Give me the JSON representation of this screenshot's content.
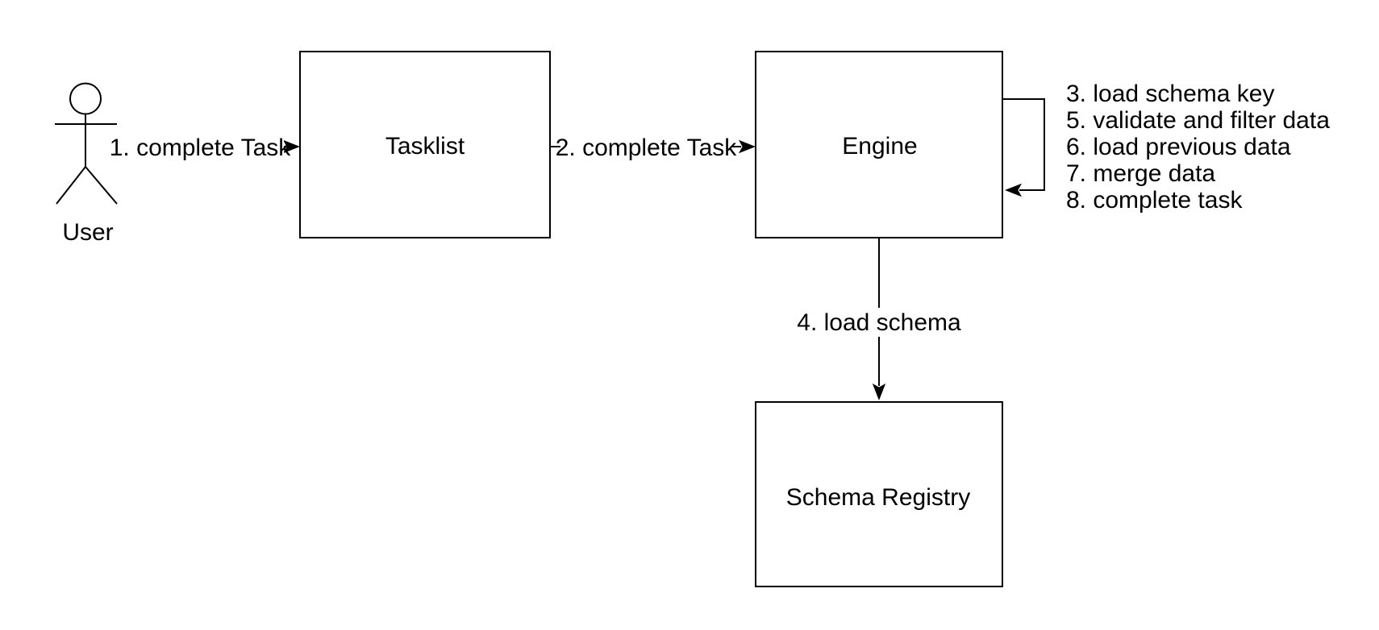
{
  "diagram": {
    "actor": {
      "label": "User"
    },
    "nodes": {
      "tasklist": {
        "label": "Tasklist"
      },
      "engine": {
        "label": "Engine"
      },
      "schema_registry": {
        "label": "Schema Registry"
      }
    },
    "edges": {
      "user_to_tasklist": {
        "label": "1. complete Task"
      },
      "tasklist_to_engine": {
        "label": "2. complete Task"
      },
      "engine_to_schema_registry": {
        "label": "4. load schema"
      },
      "engine_self_loop": {
        "steps": [
          "3. load schema key",
          "5. validate and filter data",
          "6. load previous data",
          "7. merge data",
          "8. complete task"
        ]
      }
    },
    "colors": {
      "stroke": "#000000",
      "fill": "#ffffff",
      "text": "#000000"
    }
  }
}
